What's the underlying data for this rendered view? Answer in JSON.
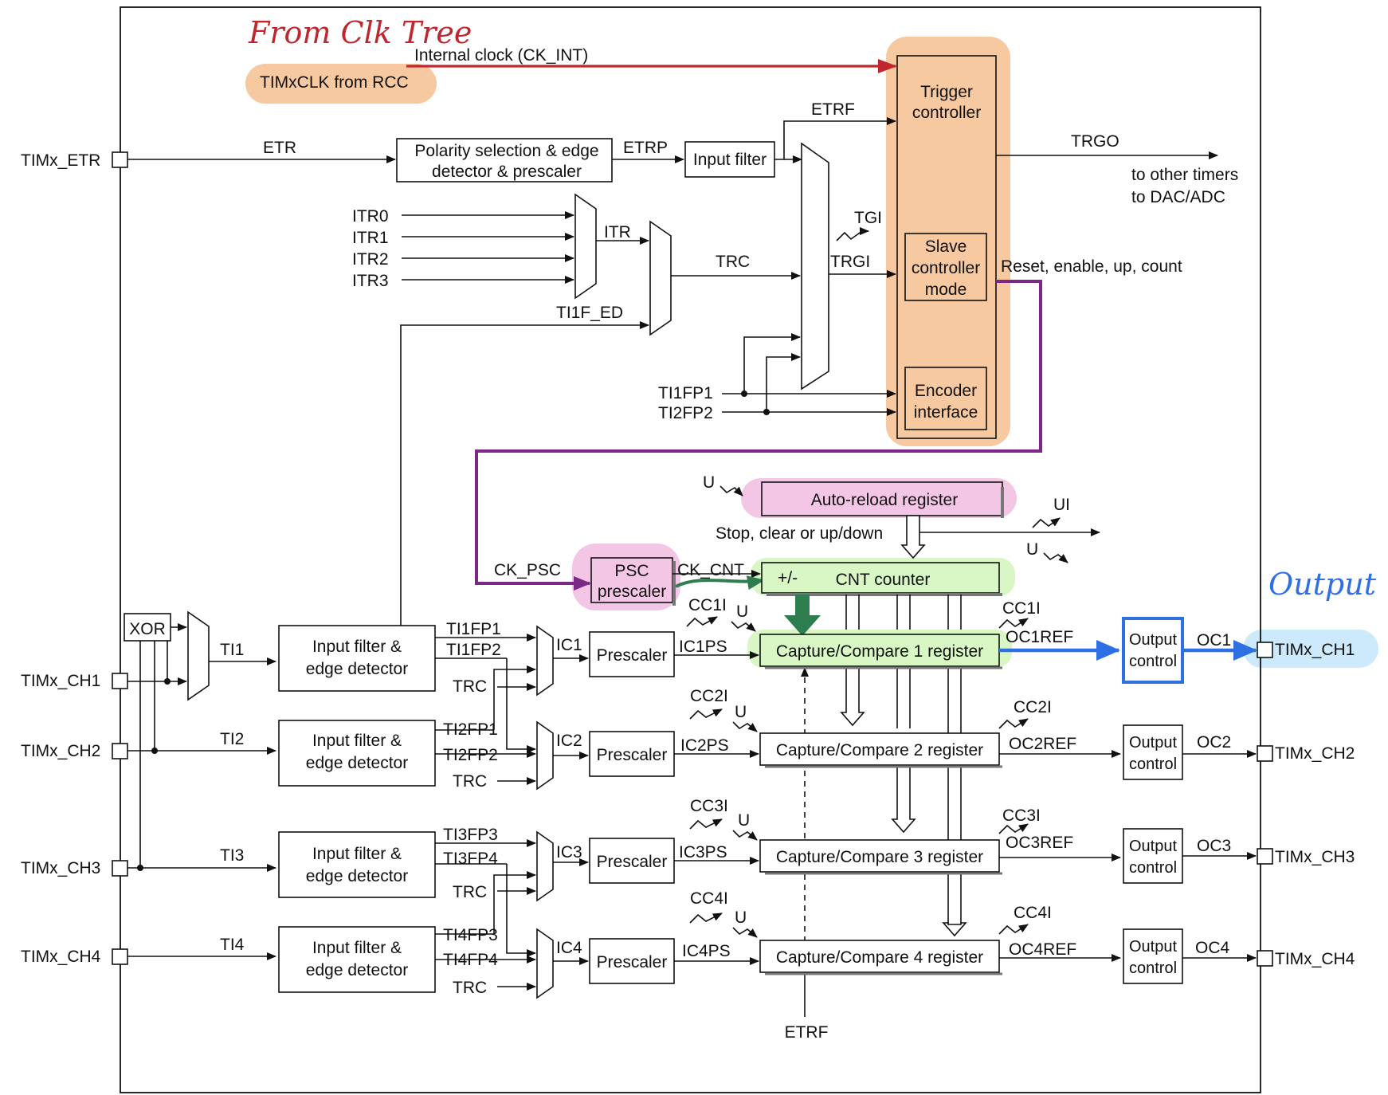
{
  "annotations": {
    "from_clk_tree": "From Clk Tree",
    "output": "Output",
    "color_red": "#c0262d",
    "color_purple": "#7a2a86",
    "color_green": "#2e7d4f",
    "color_blue": "#2f6fe4",
    "color_orange_hl": "#f6c9a0",
    "color_pink_hl": "#f3c6e6",
    "color_lime_hl": "#d8f7c4",
    "color_cyan_hl": "#cdeafc"
  },
  "clock": {
    "timxclk": "TIMxCLK from RCC",
    "internal": "Internal clock (CK_INT)"
  },
  "etr": {
    "pin": "TIMx_ETR",
    "etr": "ETR",
    "polarity_1": "Polarity selection & edge",
    "polarity_2": "detector & prescaler",
    "etrp": "ETRP",
    "input_filter": "Input filter",
    "etrf": "ETRF"
  },
  "itr": {
    "itr0": "ITR0",
    "itr1": "ITR1",
    "itr2": "ITR2",
    "itr3": "ITR3",
    "itr": "ITR",
    "trc": "TRC",
    "ti1f_ed": "TI1F_ED",
    "tgi": "TGI",
    "trgi": "TRGI",
    "ti1fp1": "TI1FP1",
    "ti2fp2": "TI2FP2"
  },
  "controller": {
    "trigger_1": "Trigger",
    "trigger_2": "controller",
    "slave_1": "Slave",
    "slave_2": "controller",
    "slave_3": "mode",
    "encoder_1": "Encoder",
    "encoder_2": "interface",
    "trgo": "TRGO",
    "to_timers": "to other timers",
    "to_dac": "to DAC/ADC",
    "reset": "Reset, enable, up, count"
  },
  "counter": {
    "u": "U",
    "arr": "Auto-reload register",
    "ui": "UI",
    "stop": "Stop, clear or up/down",
    "ck_psc": "CK_PSC",
    "psc_1": "PSC",
    "psc_2": "prescaler",
    "ck_cnt": "CK_CNT",
    "plusminus": "+/-",
    "cnt": "CNT counter"
  },
  "inputs": {
    "xor": "XOR",
    "ch1": "TIMx_CH1",
    "ch2": "TIMx_CH2",
    "ch3": "TIMx_CH3",
    "ch4": "TIMx_CH4",
    "ti1": "TI1",
    "ti2": "TI2",
    "ti3": "TI3",
    "ti4": "TI4",
    "filter_1": "Input filter &",
    "filter_2": "edge detector",
    "trc": "TRC",
    "prescaler": "Prescaler"
  },
  "channels": [
    {
      "fp_a": "TI1FP1",
      "fp_b": "TI1FP2",
      "ic": "IC1",
      "icps": "IC1PS",
      "cci": "CC1I",
      "ccr": "Capture/Compare 1 register",
      "cci_out": "CC1I",
      "ocref": "OC1REF",
      "oc": "OC1",
      "out_1": "Output",
      "out_2": "control",
      "pin": "TIMx_CH1"
    },
    {
      "fp_a": "TI2FP1",
      "fp_b": "TI2FP2",
      "ic": "IC2",
      "icps": "IC2PS",
      "cci": "CC2I",
      "ccr": "Capture/Compare 2 register",
      "cci_out": "CC2I",
      "ocref": "OC2REF",
      "oc": "OC2",
      "out_1": "Output",
      "out_2": "control",
      "pin": "TIMx_CH2"
    },
    {
      "fp_a": "TI3FP3",
      "fp_b": "TI3FP4",
      "ic": "IC3",
      "icps": "IC3PS",
      "cci": "CC3I",
      "ccr": "Capture/Compare 3 register",
      "cci_out": "CC3I",
      "ocref": "OC3REF",
      "oc": "OC3",
      "out_1": "Output",
      "out_2": "control",
      "pin": "TIMx_CH3"
    },
    {
      "fp_a": "TI4FP3",
      "fp_b": "TI4FP4",
      "ic": "IC4",
      "icps": "IC4PS",
      "cci": "CC4I",
      "ccr": "Capture/Compare 4 register",
      "cci_out": "CC4I",
      "ocref": "OC4REF",
      "oc": "OC4",
      "out_1": "Output",
      "out_2": "control",
      "pin": "TIMx_CH4"
    }
  ],
  "bottom": {
    "etrf": "ETRF"
  }
}
